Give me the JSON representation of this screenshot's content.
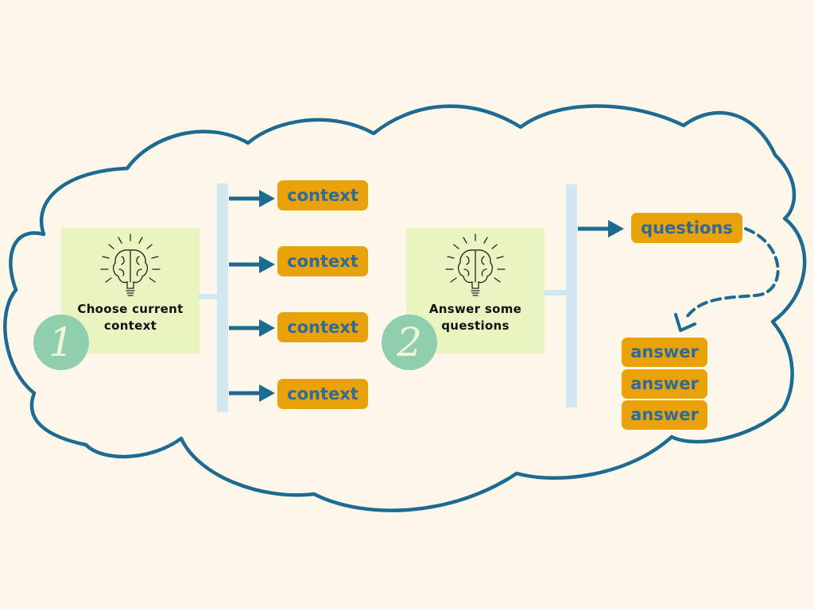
{
  "colors": {
    "background": "#fdf7ea",
    "cloud_outline": "#1d6a92",
    "card_fill": "#e9f5c1",
    "badge_fill": "#8fcfae",
    "pill_fill": "#e9a20a",
    "pill_text": "#2f6b96",
    "arrow": "#1d6a92",
    "bar": "#d2e8f1"
  },
  "steps": [
    {
      "number": "1",
      "label": "Choose current\ncontext",
      "icon": "brain-lightbulb-icon"
    },
    {
      "number": "2",
      "label": "Answer some\nquestions",
      "icon": "brain-lightbulb-icon"
    }
  ],
  "contexts": [
    "context",
    "context",
    "context",
    "context"
  ],
  "questions_label": "questions",
  "answers": [
    "answer",
    "answer",
    "answer"
  ]
}
